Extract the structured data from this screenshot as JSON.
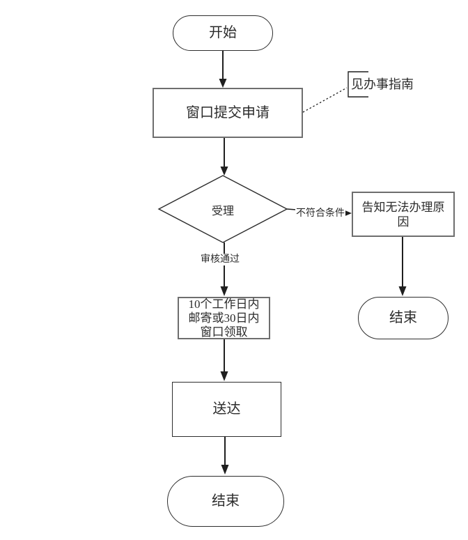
{
  "flowchart": {
    "nodes": {
      "start": {
        "type": "terminator",
        "label": "开始"
      },
      "submit": {
        "type": "process",
        "label": "窗口提交申请"
      },
      "review": {
        "type": "decision",
        "label": "受理"
      },
      "inform": {
        "type": "process",
        "label": "告知无法办理原因",
        "lines": [
          "告知无法办理原",
          "因"
        ]
      },
      "end_right": {
        "type": "terminator",
        "label": "结束"
      },
      "mail": {
        "type": "process",
        "label": "10个工作日内邮寄或30日内窗口领取",
        "lines": [
          "10个工作日内",
          "邮寄或30日内",
          "窗口领取"
        ]
      },
      "deliver": {
        "type": "process",
        "label": "送达"
      },
      "end_bottom": {
        "type": "terminator",
        "label": "结束"
      }
    },
    "edge_labels": {
      "not_qualified": "不符合条件",
      "approved": "审核通过"
    },
    "annotation": {
      "label": "见办事指南"
    },
    "colors": {
      "line": "#1f1f1f",
      "process_border": "#6e6e6e",
      "shape_border": "#2d2d2d",
      "text": "#2b2b2b",
      "background": "#ffffff"
    }
  }
}
